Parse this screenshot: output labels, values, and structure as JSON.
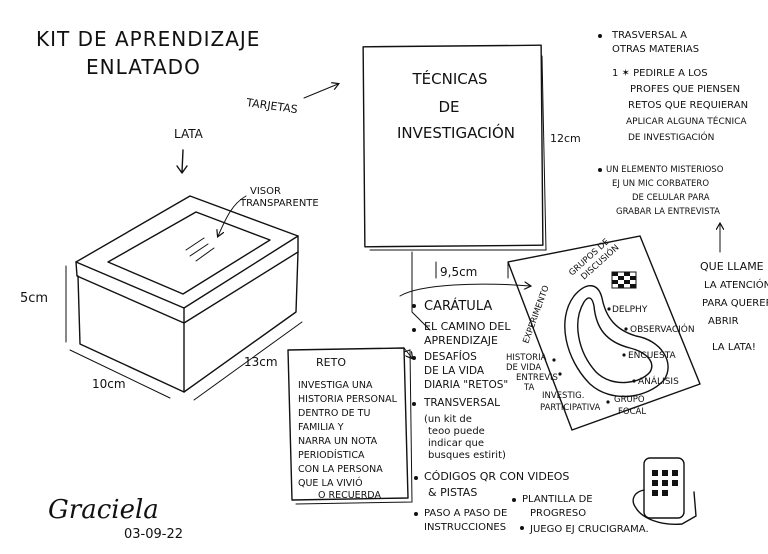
{
  "title": {
    "line1": "Kit de aprendizaje",
    "line2": "enlatado"
  },
  "can": {
    "label": "Lata",
    "visor_label_1": "Visor",
    "visor_label_2": "transparente",
    "height": "5cm",
    "depth": "10cm",
    "width": "13cm"
  },
  "cards": {
    "label": "Tarjetas",
    "card_lines": [
      "Técnicas",
      "de",
      "Investigación"
    ],
    "height": "12cm",
    "width": "9,5cm"
  },
  "contents": [
    "Carátula",
    "El camino del aprendizaje",
    "Desafíos de la vida diaria \"retos\"",
    "Transversal (un kit de teoo puede indicar que busques estirit)",
    "Códigos QR con videos & pistas",
    "Paso a paso de instrucciones",
    "Plantilla de progreso",
    "Juego ej crucigrama."
  ],
  "reto_card": {
    "title": "Reto",
    "lines": [
      "Investiga una",
      "historia personal",
      "dentro de tu",
      "familia y",
      "narra un nota",
      "periodística",
      "con la persona",
      "que la vivió",
      "o recuerda"
    ]
  },
  "path_map": {
    "stations": [
      "Grupos de discusión",
      "Experimento",
      "Delphy",
      "Observación",
      "Historia de vida",
      "Encuesta",
      "Entrevista",
      "Análisis",
      "Investig. participativa",
      "Grupo focal"
    ]
  },
  "notes": {
    "transversal": [
      "Trasversal a",
      "otras materias"
    ],
    "profes": [
      "1 ✶ Pedirle a los",
      "profes que piensen",
      "retos que requieran",
      "aplicar alguna técnica",
      "de investigación"
    ],
    "misterioso": [
      "Un elemento misterioso",
      "ej un mic corbatero",
      "de celular para",
      "grabar la entrevista"
    ],
    "que_llame": [
      "Que llame",
      "la atención",
      "para querer",
      "abrir",
      "la lata!"
    ]
  },
  "signature": {
    "name": "Graciela",
    "date": "03-09-22"
  }
}
